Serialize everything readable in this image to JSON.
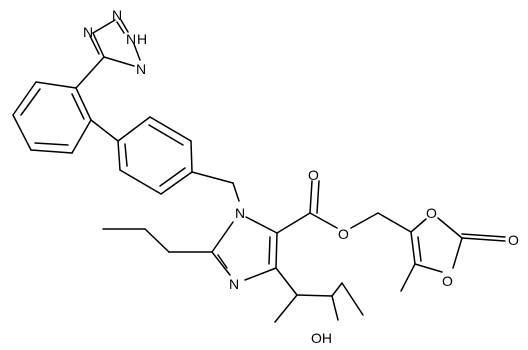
{
  "diagram": {
    "type": "chemical-structure",
    "atom_labels": {
      "tetrazole_n1": "N",
      "tetrazole_n2": "N",
      "tetrazole_nh": "N",
      "tetrazole_h": "H",
      "tetrazole_n4": "N",
      "imidazole_n1": "N",
      "imidazole_n3": "N",
      "ester_carbonyl_o": "O",
      "ester_o": "O",
      "dioxolone_o1": "O",
      "dioxolone_o3": "O",
      "dioxolone_carbonyl_o": "O",
      "hydroxyl": "OH"
    }
  }
}
